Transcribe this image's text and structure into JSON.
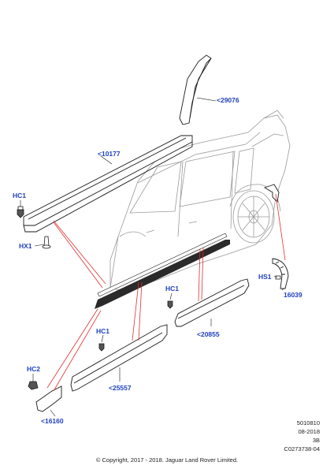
{
  "colors": {
    "callout": "#1f3fbf",
    "leader": "#e0302f",
    "line": "#1a1a1a",
    "car": "#9a9a9a"
  },
  "callouts": {
    "c29076": "<29076",
    "c10177": "<10177",
    "hc1_a": "HC1",
    "hx1": "HX1",
    "hc1_b": "HC1",
    "hs1": "HS1",
    "c16039": "16039",
    "hc1_c": "HC1",
    "c20855": "<20855",
    "c25557": "<25557",
    "hc2": "HC2",
    "c16160": "<16160"
  },
  "meta": {
    "ref_number": "5010810",
    "date": "08-2018",
    "revision": "3B",
    "image_code": "C0273738-04"
  },
  "copyright": "© Copyright, 2017 - 2018. Jaguar Land Rover Limited."
}
